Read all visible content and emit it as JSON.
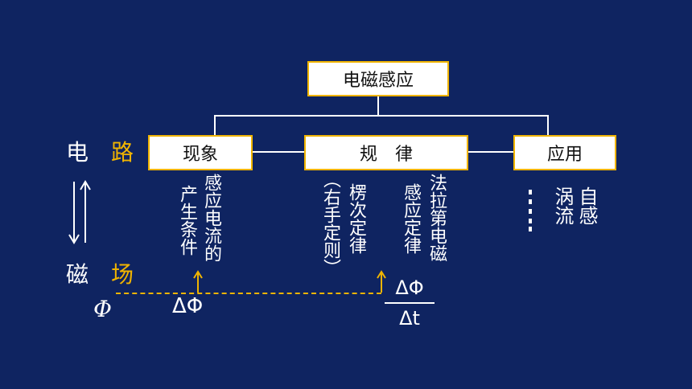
{
  "colors": {
    "background": "#0f2461",
    "accent": "#f0b400",
    "text": "#ffffff",
    "box_fill": "#ffffff",
    "box_text": "#111111"
  },
  "top": {
    "title": "电磁感应"
  },
  "boxes": {
    "phenomenon": "现象",
    "law": "规　律",
    "application": "应用"
  },
  "left": {
    "electric": "电",
    "road": "路",
    "magnetic": "磁",
    "field": "场",
    "flux": "Φ"
  },
  "columns": {
    "phenomenon_col1": "感应电流的",
    "phenomenon_col2": "产生条件",
    "lenz_col1": "楞次定律",
    "lenz_col2": "（右手定则）",
    "faraday_col1": "法拉第电磁",
    "faraday_col2": "感应定律",
    "app_col1": "自感",
    "app_col2": "涡流",
    "app_dots": "⋮"
  },
  "math": {
    "delta_phi": "ΔΦ",
    "frac_num": "ΔΦ",
    "frac_den": "Δt"
  }
}
